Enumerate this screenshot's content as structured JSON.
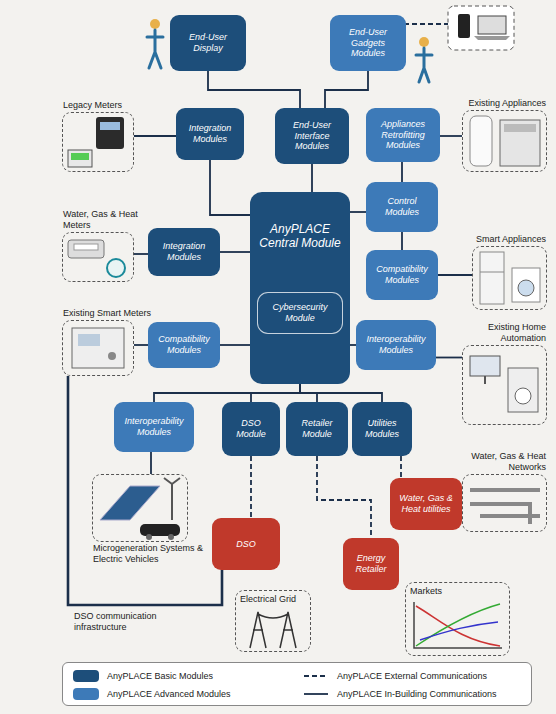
{
  "diagram": {
    "nodes": [
      {
        "text": [
          "End-User Display"
        ]
      },
      {
        "text": [
          "End-User Gadgets Modules"
        ]
      },
      {
        "text": [
          "Legacy Meters"
        ]
      },
      {
        "text": [
          "Integration Modules"
        ]
      },
      {
        "text": [
          "End-User Interface Modules"
        ]
      },
      {
        "text": [
          "Appliances Retrofitting Modules"
        ]
      },
      {
        "text": [
          "Existing Appliances"
        ]
      },
      {
        "text": [
          "Control Modules"
        ]
      },
      {
        "text": [
          "Water, Gas & Heat Meters"
        ]
      },
      {
        "text": [
          "Integration Modules"
        ]
      },
      {
        "text": [
          "AnyPLACE Central Module"
        ]
      },
      {
        "text": [
          "Cybersecurity Module"
        ],
        "in": 10
      },
      {
        "text": [
          "Smart Appliances"
        ]
      },
      {
        "text": [
          "Compatibility Modules"
        ]
      },
      {
        "text": [
          "Existing Smart Meters"
        ]
      },
      {
        "text": [
          "Compatibility Modules"
        ]
      },
      {
        "text": [
          "Interoperability Modules"
        ]
      },
      {
        "text": [
          "Existing Home Automation"
        ]
      },
      {
        "text": [
          "Interoperability Modules"
        ]
      },
      {
        "text": [
          "DSO Module"
        ]
      },
      {
        "text": [
          "Retailer Module"
        ]
      },
      {
        "text": [
          "Utilities Modules"
        ]
      },
      {
        "text": [
          "Microgeneration Systems & Electric Vehicles"
        ]
      },
      {
        "text": [
          "Water, Gas & Heat Networks"
        ]
      },
      {
        "text": [
          "Water, Gas & Heat utilities"
        ]
      },
      {
        "text": [
          "DSO"
        ]
      },
      {
        "text": [
          "Energy Retailer"
        ]
      },
      {
        "text": [
          "Electrical Grid"
        ]
      },
      {
        "text": [
          "Markets"
        ]
      }
    ],
    "edges": [
      {
        "from": 0,
        "to": 4,
        "arrow": "none"
      },
      {
        "from": 1,
        "to": 4,
        "arrow": "none"
      },
      {
        "from": 2,
        "to": 3,
        "arrow": "none"
      },
      {
        "from": 3,
        "to": 10,
        "arrow": "none"
      },
      {
        "from": 4,
        "to": 10,
        "arrow": "none"
      },
      {
        "from": 5,
        "to": 6,
        "arrow": "none"
      },
      {
        "from": 5,
        "to": 7,
        "arrow": "none"
      },
      {
        "from": 10,
        "to": 7,
        "arrow": "none"
      },
      {
        "from": 7,
        "to": 13,
        "arrow": "none"
      },
      {
        "from": 13,
        "to": 12,
        "arrow": "none"
      },
      {
        "from": 8,
        "to": 9,
        "arrow": "none"
      },
      {
        "from": 9,
        "to": 10,
        "arrow": "none"
      },
      {
        "from": 14,
        "to": 15,
        "arrow": "none"
      },
      {
        "from": 15,
        "to": 10,
        "arrow": "none"
      },
      {
        "from": 10,
        "to": 16,
        "arrow": "none"
      },
      {
        "from": 16,
        "to": 17,
        "arrow": "none"
      },
      {
        "from": 10,
        "to": 18,
        "arrow": "none"
      },
      {
        "from": 10,
        "to": 19,
        "arrow": "none"
      },
      {
        "from": 10,
        "to": 20,
        "arrow": "none"
      },
      {
        "from": 10,
        "to": 21,
        "arrow": "none"
      },
      {
        "from": 18,
        "to": 22,
        "arrow": "none"
      },
      {
        "from": 19,
        "to": 25,
        "arrow": "none"
      },
      {
        "from": 20,
        "to": 26,
        "arrow": "none"
      },
      {
        "from": 21,
        "to": 24,
        "arrow": "none"
      },
      {
        "from": 14,
        "to": 25,
        "label": "DSO communication infrastructure",
        "arrow": "none"
      }
    ],
    "legend": [
      {
        "text": "AnyPLACE Basic Modules",
        "color": "#1d4e7a"
      },
      {
        "text": "AnyPLACE Advanced Modules",
        "color": "#3d7ab8"
      },
      {
        "text": "AnyPLACE External Communications"
      },
      {
        "text": "AnyPLACE In-Building Communications"
      }
    ]
  }
}
